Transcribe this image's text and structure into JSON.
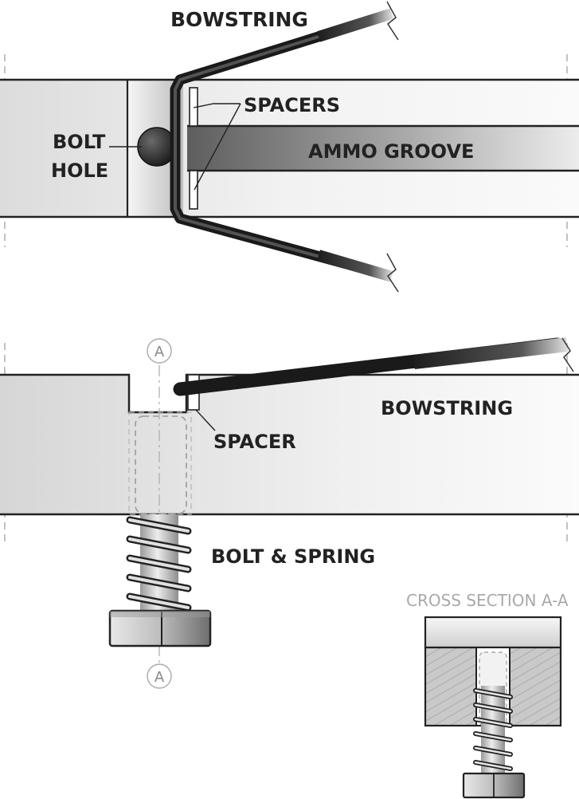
{
  "top_view": {
    "bowstring_label": "BOWSTRING",
    "bolt_hole_line1": "BOLT",
    "bolt_hole_line2": "HOLE",
    "spacers_label": "SPACERS",
    "ammo_groove_label": "AMMO GROOVE"
  },
  "side_view": {
    "section_marker_top": "A",
    "section_marker_bottom": "A",
    "bowstring_label": "BOWSTRING",
    "spacer_label": "SPACER",
    "bolt_spring_label": "BOLT & SPRING"
  },
  "cross_section": {
    "title": "CROSS SECTION A-A"
  }
}
